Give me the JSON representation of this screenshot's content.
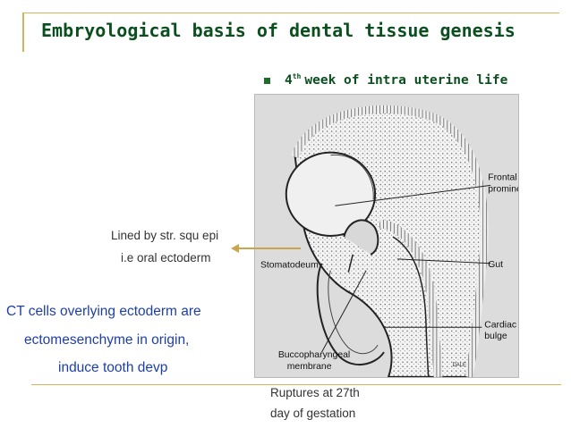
{
  "title": "Embryological basis of dental tissue genesis",
  "bullet": {
    "number": "4",
    "superscript": "th",
    "text": "week of intra uterine life"
  },
  "figure": {
    "labels": {
      "frontal": "Frontal",
      "prominence": "prominence",
      "stomatodeum": "Stomatodeum",
      "gut": "Gut",
      "cardiac": "Cardiac",
      "bulge": "bulge",
      "bucco": "Buccopharyngeal",
      "membrane": "membrane",
      "dale": "DALE"
    }
  },
  "annotations": {
    "lined_line1": "Lined by str. squ epi",
    "lined_line2": "i.e oral ectoderm",
    "ct_line1": "CT cells overlying ectoderm are",
    "ct_line2": "ectomesenchyme in origin,",
    "ct_line3": "induce tooth devp",
    "rupture_line1": "Ruptures at 27th",
    "rupture_line2": "day of gestation"
  }
}
